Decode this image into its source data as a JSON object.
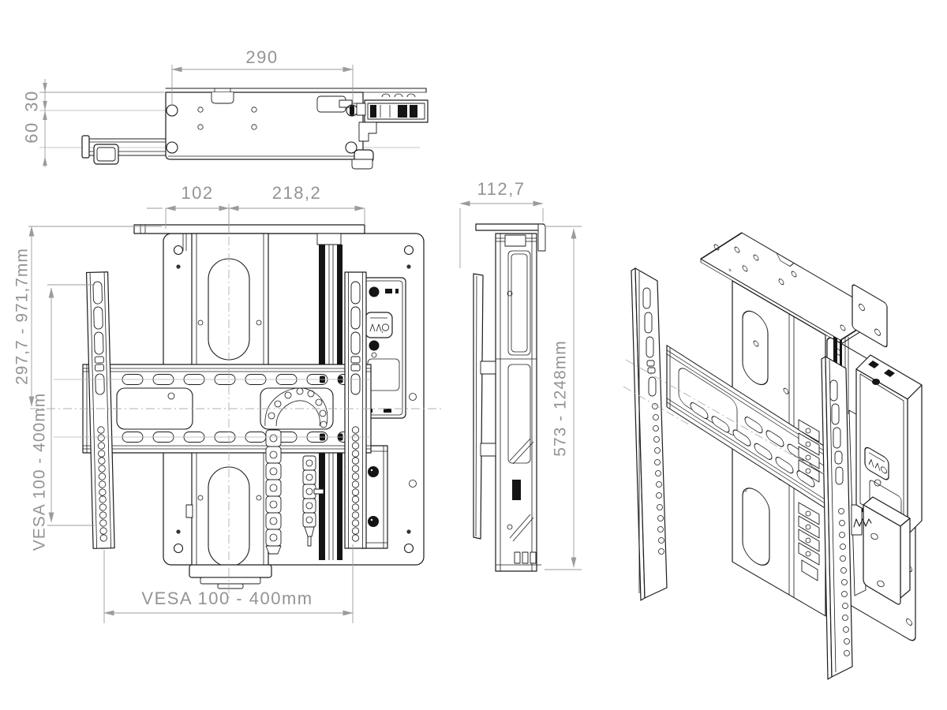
{
  "drawing": {
    "colors": {
      "line": "#1c1c1c",
      "dimension": "#969696"
    },
    "dims": {
      "top_width": "290",
      "top_offset_small": "30",
      "top_offset_large": "60",
      "front_left": "102",
      "front_center": "218,2",
      "front_height_range": "297,7 - 971,7mm",
      "front_vesa_vertical": "VESA 100 - 400mm",
      "front_vesa_horizontal": "VESA 100 - 400mm",
      "side_depth": "112,7",
      "side_height_range": "573 - 1248mm"
    }
  }
}
